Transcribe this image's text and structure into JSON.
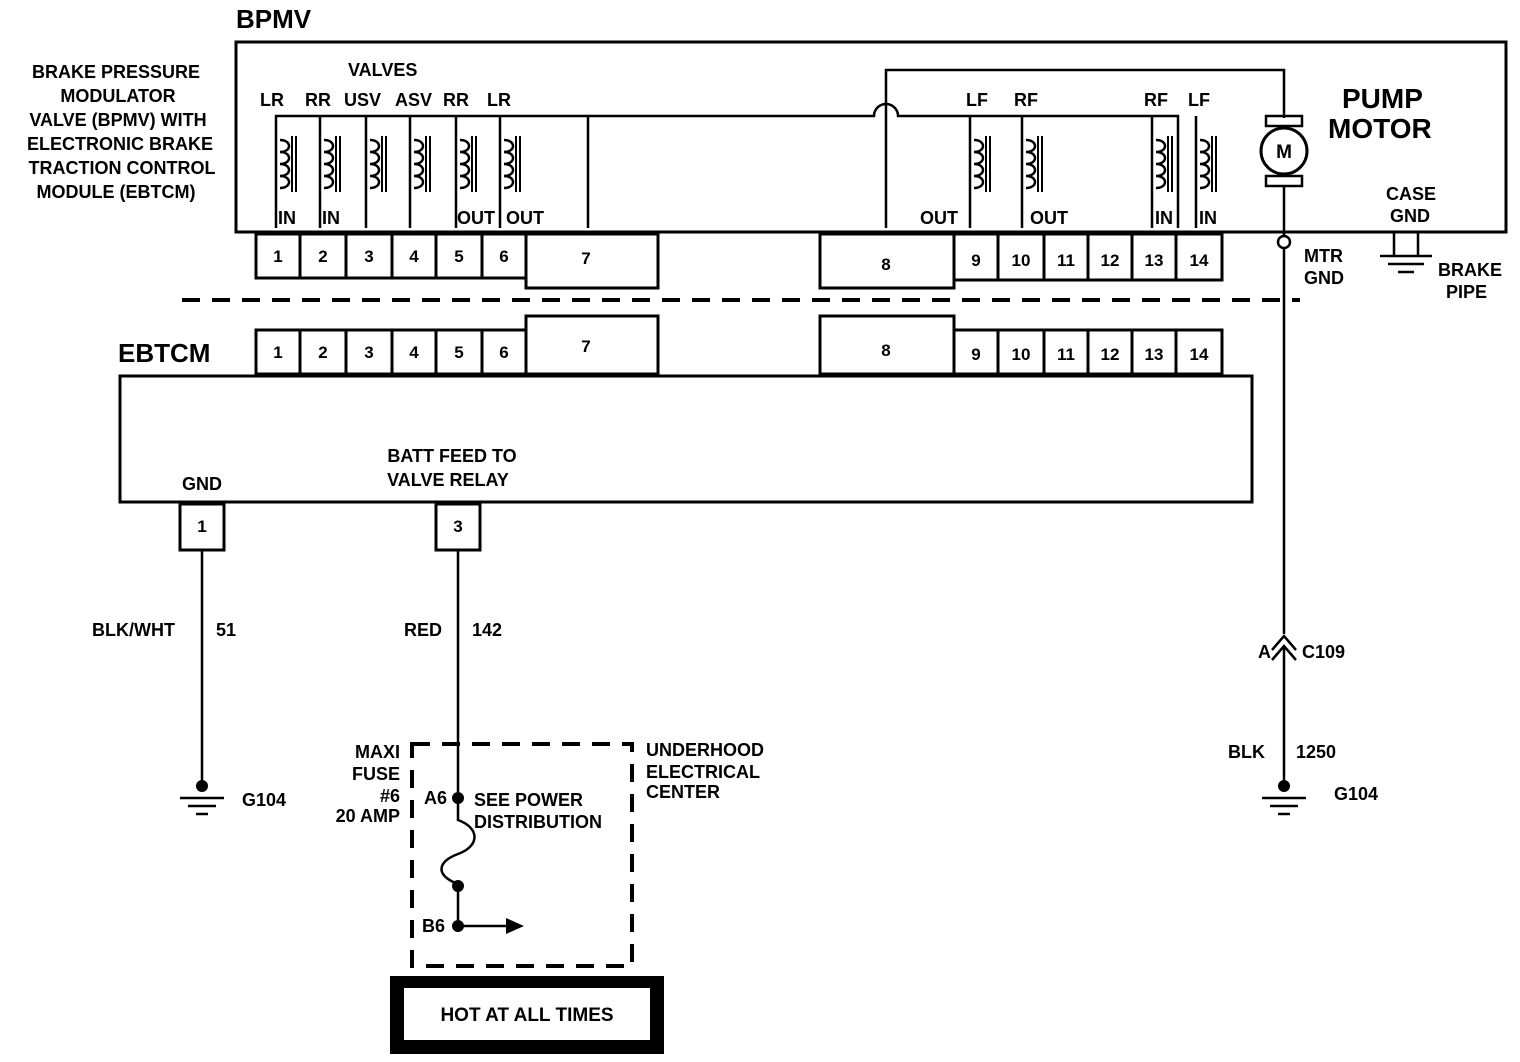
{
  "bpmv": {
    "title": "BPMV",
    "description": [
      "BRAKE PRESSURE",
      "MODULATOR",
      "VALVE (BPMV) WITH",
      "ELECTRONIC BRAKE",
      "TRACTION CONTROL",
      "MODULE (EBTCM)"
    ],
    "valves_label": "VALVES",
    "valve_top_labels": [
      "LR",
      "RR",
      "USV",
      "ASV",
      "RR",
      "LR",
      "LF",
      "RF",
      "RF",
      "LF"
    ],
    "valve_bottom_labels": [
      "IN",
      "IN",
      "OUT",
      "OUT",
      "OUT",
      "OUT",
      "IN",
      "IN"
    ],
    "pump_motor": [
      "PUMP",
      "MOTOR"
    ],
    "motor_symbol": "M",
    "case_gnd": [
      "CASE",
      "GND"
    ],
    "brake_pipe": [
      "BRAKE",
      "PIPE"
    ],
    "mtr_gnd": [
      "MTR",
      "GND"
    ],
    "pins": [
      "1",
      "2",
      "3",
      "4",
      "5",
      "6",
      "7",
      "8",
      "9",
      "10",
      "11",
      "12",
      "13",
      "14"
    ]
  },
  "ebtcm": {
    "title": "EBTCM",
    "pins": [
      "1",
      "2",
      "3",
      "4",
      "5",
      "6",
      "7",
      "8",
      "9",
      "10",
      "11",
      "12",
      "13",
      "14"
    ],
    "gnd_label": "GND",
    "batt_feed": [
      "BATT FEED TO",
      "VALVE RELAY"
    ],
    "gnd_pin": "1",
    "batt_pin": "3"
  },
  "wires": {
    "gnd_wire": {
      "color": "BLK/WHT",
      "circuit": "51",
      "ground": "G104"
    },
    "batt_wire": {
      "color": "RED",
      "circuit": "142"
    },
    "motor_wire": {
      "color": "BLK",
      "circuit": "1250",
      "ground": "G104",
      "connector": "C109",
      "cavity": "A"
    }
  },
  "fuse": {
    "label": [
      "MAXI",
      "FUSE",
      "#6",
      "20 AMP"
    ],
    "terminal_a": "A6",
    "terminal_b": "B6",
    "see": [
      "SEE POWER",
      "DISTRIBUTION"
    ],
    "center": [
      "UNDERHOOD",
      "ELECTRICAL",
      "CENTER"
    ]
  },
  "hot_at_all_times": "HOT AT ALL TIMES"
}
